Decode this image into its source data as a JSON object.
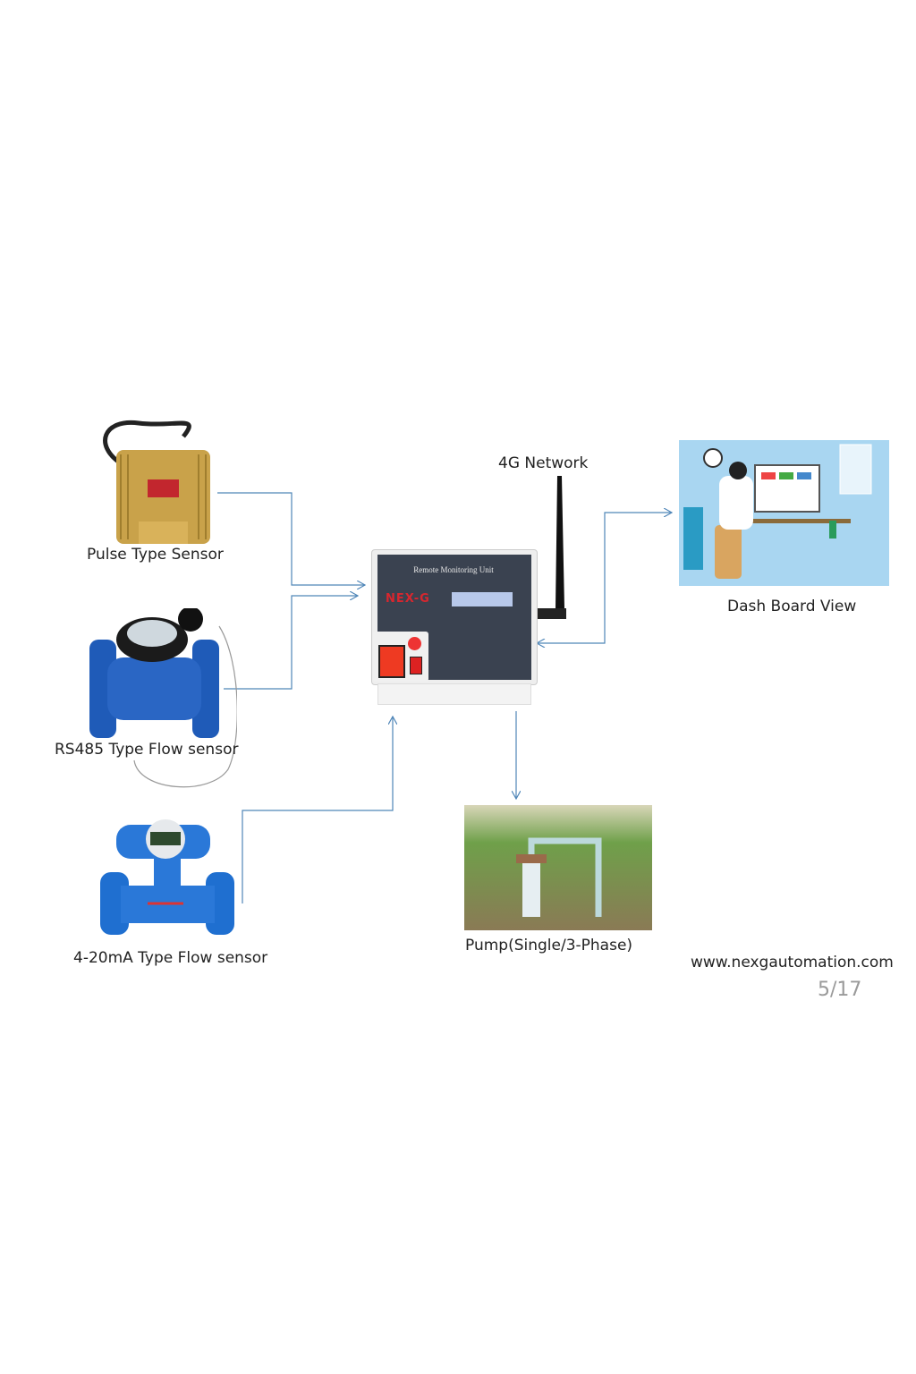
{
  "labels": {
    "network": "4G Network",
    "pulse_sensor": "Pulse Type Sensor",
    "rs485_sensor": "RS485 Type Flow sensor",
    "ma_sensor": "4-20mA Type Flow sensor",
    "dashboard": "Dash Board View",
    "pump": "Pump(Single/3-Phase)"
  },
  "device": {
    "title": "Remote Monitoring Unit",
    "brand": "NEX-G"
  },
  "footer": {
    "url": "www.nexgautomation.com",
    "page_indicator": "5/17"
  },
  "colors": {
    "connector": "#4f86b8",
    "brass": "#c9a24a",
    "blue_meter": "#1f5bb8",
    "panel": "#3a4250"
  }
}
